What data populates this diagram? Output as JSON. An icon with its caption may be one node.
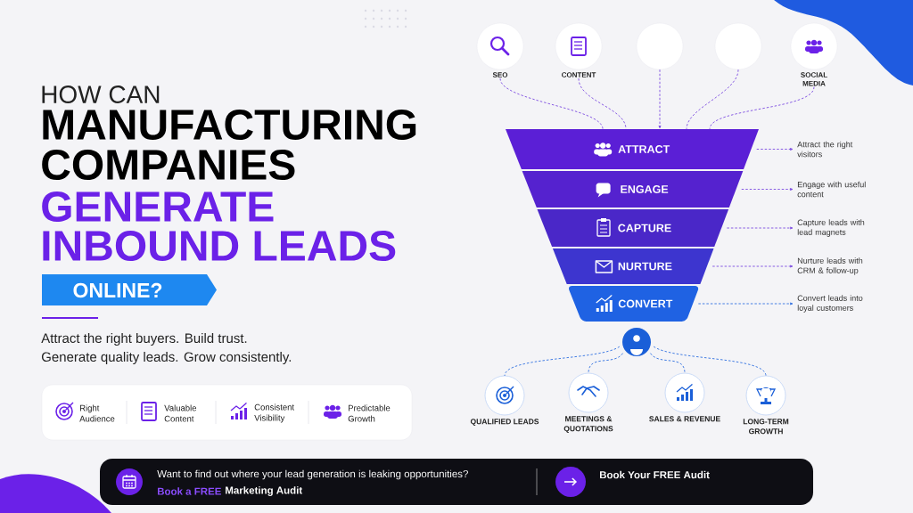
{
  "diagram": {
    "nodes": [
      {
        "text": [
          "SEO"
        ]
      },
      {
        "text": [
          "CONTENT"
        ]
      },
      {
        "text": [],
        "shape": "circle"
      },
      {
        "text": [],
        "shape": "circle"
      },
      {
        "text": [
          "SOCIAL MEDIA"
        ]
      },
      {
        "text": [
          "ATTRACT"
        ]
      },
      {
        "text": [
          "ENGAGE"
        ]
      },
      {
        "text": [
          "CAPTURE"
        ]
      },
      {
        "text": [
          "NURTURE"
        ]
      },
      {
        "text": [
          "CONVERT"
        ]
      },
      {
        "text": [
          "Attract the right visitors"
        ]
      },
      {
        "text": [
          "Engage with useful content"
        ]
      },
      {
        "text": [
          "Capture leads with lead magnets"
        ]
      },
      {
        "text": [
          "Nurture leads with CRM & follow-up"
        ]
      },
      {
        "text": [
          "Convert leads into loyal customers"
        ]
      },
      {
        "text": [],
        "shape": "circle"
      },
      {
        "text": [
          "QUALIFIED LEADS"
        ]
      },
      {
        "text": [
          "MEETINGS & QUOTATIONS"
        ]
      },
      {
        "text": [
          "SALES & REVENUE"
        ]
      },
      {
        "text": [
          "LONG-TERM GROWTH"
        ]
      }
    ],
    "edges": [
      {
        "from": 0,
        "to": 5,
        "arrow": "none"
      },
      {
        "from": 1,
        "to": 5,
        "arrow": "none"
      },
      {
        "from": 2,
        "to": 5,
        "arrow": "to"
      },
      {
        "from": 3,
        "to": 5,
        "arrow": "none"
      },
      {
        "from": 4,
        "to": 5,
        "arrow": "none"
      },
      {
        "from": 5,
        "to": 10,
        "arrow": "to"
      },
      {
        "from": 6,
        "to": 11,
        "arrow": "to"
      },
      {
        "from": 7,
        "to": 12,
        "arrow": "to"
      },
      {
        "from": 8,
        "to": 13,
        "arrow": "to"
      },
      {
        "from": 9,
        "to": 14,
        "arrow": "to",
        "color": "#2f6fe0"
      },
      {
        "from": 15,
        "to": 16,
        "arrow": "none",
        "color": "#2f6fe0"
      },
      {
        "from": 15,
        "to": 17,
        "arrow": "none",
        "color": "#2f6fe0"
      },
      {
        "from": 15,
        "to": 18,
        "arrow": "none",
        "color": "#2f6fe0"
      },
      {
        "from": 15,
        "to": 19,
        "arrow": "none",
        "color": "#2f6fe0"
      }
    ],
    "labels": [
      "HOW CAN",
      "MANUFACTURING",
      "COMPANIES",
      "GENERATE",
      "INBOUND LEADS",
      "ONLINE?",
      "Attract the right buyers. Build trust.",
      "Generate quality leads. Grow consistently.",
      "Right Audience",
      "Valuable Content",
      "Consistent Visibility",
      "Predictable Growth",
      "Want to find out where your lead generation is leaking opportunities?",
      "Book a FREE",
      "Marketing Audit",
      "Book Your FREE Audit"
    ]
  }
}
